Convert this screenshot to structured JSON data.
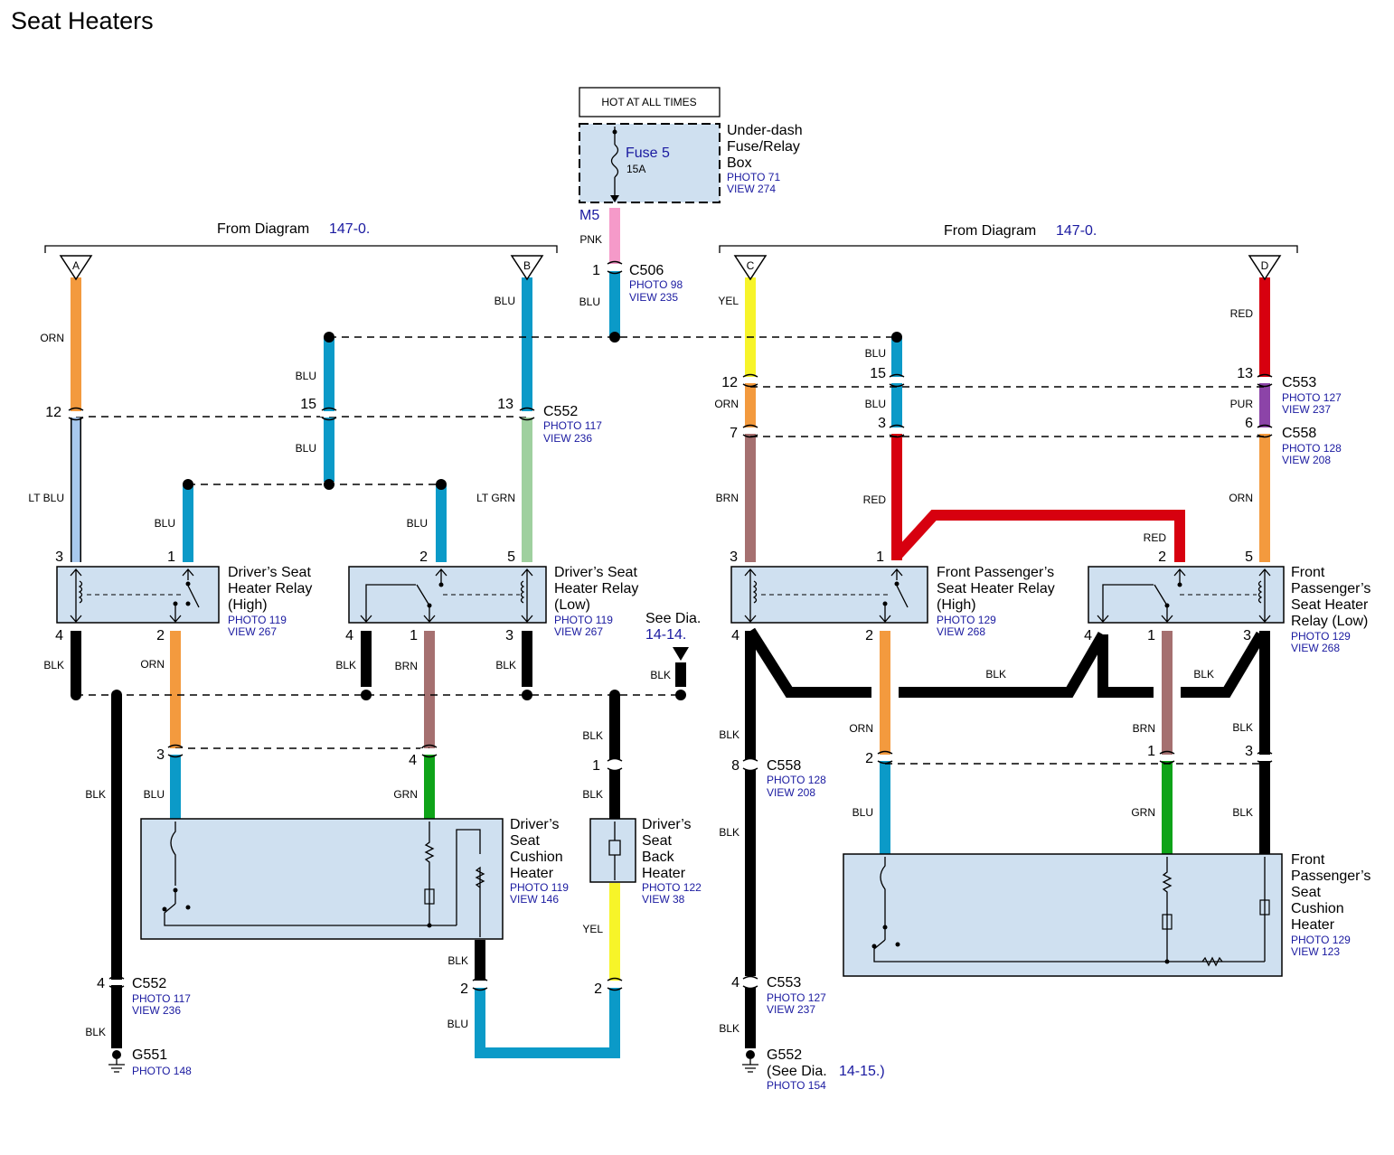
{
  "title": "Seat Heaters",
  "fuse_box": {
    "hot_label": "HOT AT ALL TIMES",
    "fuse_name": "Fuse 5",
    "fuse_rating": "15A",
    "name_lines": [
      "Under-dash",
      "Fuse/Relay",
      "Box"
    ],
    "photo": "PHOTO 71",
    "view": "VIEW 274",
    "terminal": "M5"
  },
  "from_diagram": {
    "prefix": "From Diagram",
    "left_ref": "147-0.",
    "right_ref": "147-0."
  },
  "inputs": [
    "A",
    "B",
    "C",
    "D"
  ],
  "connectors": {
    "c506": {
      "name": "C506",
      "photo": "PHOTO 98",
      "view": "VIEW 235"
    },
    "c552_top": {
      "name": "C552",
      "photo": "PHOTO 117",
      "view": "VIEW 236"
    },
    "c553_top": {
      "name": "C553",
      "photo": "PHOTO 127",
      "view": "VIEW 237"
    },
    "c558_top": {
      "name": "C558",
      "photo": "PHOTO 128",
      "view": "VIEW 208"
    },
    "c558_mid": {
      "name": "C558",
      "photo": "PHOTO 128",
      "view": "VIEW 208"
    },
    "c552_bot": {
      "name": "C552",
      "photo": "PHOTO 117",
      "view": "VIEW 236"
    },
    "c553_bot": {
      "name": "C553",
      "photo": "PHOTO 127",
      "view": "VIEW 237"
    }
  },
  "components": {
    "drv_relay_high": {
      "lines": [
        "Driver’s Seat",
        "Heater Relay",
        "(High)"
      ],
      "photo": "PHOTO 119",
      "view": "VIEW 267"
    },
    "drv_relay_low": {
      "lines": [
        "Driver’s Seat",
        "Heater Relay",
        "(Low)"
      ],
      "photo": "PHOTO 119",
      "view": "VIEW 267"
    },
    "pas_relay_high": {
      "lines": [
        "Front Passenger’s",
        "Seat Heater Relay",
        "(High)"
      ],
      "photo": "PHOTO 129",
      "view": "VIEW 268"
    },
    "pas_relay_low": {
      "lines": [
        "Front",
        "Passenger’s",
        "Seat Heater",
        "Relay (Low)"
      ],
      "photo": "PHOTO 129",
      "view": "VIEW 268"
    },
    "drv_cushion": {
      "lines": [
        "Driver’s",
        "Seat",
        "Cushion",
        "Heater"
      ],
      "photo": "PHOTO 119",
      "view": "VIEW 146"
    },
    "drv_back": {
      "lines": [
        "Driver’s",
        "Seat",
        "Back",
        "Heater"
      ],
      "photo": "PHOTO 122",
      "view": "VIEW 38"
    },
    "pas_cushion": {
      "lines": [
        "Front",
        "Passenger’s",
        "Seat",
        "Cushion",
        "Heater"
      ],
      "photo": "PHOTO 129",
      "view": "VIEW 123"
    }
  },
  "see_dia_1414": {
    "prefix": "See Dia.",
    "ref": "14-14."
  },
  "grounds": {
    "g551": {
      "name": "G551",
      "photo": "PHOTO 148"
    },
    "g552": {
      "name": "G552",
      "see_prefix": "(See Dia.",
      "see_ref": "14-15.)",
      "photo": "PHOTO 154"
    }
  },
  "wire_labels": [
    "PNK",
    "BLU",
    "ORN",
    "BLU",
    "BLU",
    "BLU",
    "LT BLU",
    "BLU",
    "BLU",
    "LT GRN",
    "YEL",
    "BLU",
    "ORN",
    "BLU",
    "RED",
    "PUR",
    "ORN",
    "BRN",
    "RED",
    "RED",
    "BLK",
    "ORN",
    "BLK",
    "BRN",
    "BLK",
    "BLK",
    "BLK",
    "BLU",
    "GRN",
    "BLK",
    "BLK",
    "BLK",
    "YEL",
    "BLK",
    "BLU",
    "BLK",
    "BLK",
    "BLK",
    "BLK",
    "ORN",
    "BRN",
    "BLK",
    "BLU",
    "GRN",
    "BLK",
    "BLK",
    "BLK",
    "BLK"
  ],
  "pin_numbers": [
    "1",
    "12",
    "15",
    "13",
    "12",
    "15",
    "13",
    "3",
    "6",
    "7",
    "3",
    "1",
    "2",
    "5",
    "3",
    "1",
    "2",
    "5",
    "4",
    "2",
    "4",
    "1",
    "3",
    "4",
    "2",
    "4",
    "1",
    "3",
    "3",
    "4",
    "1",
    "8",
    "2",
    "1",
    "3",
    "4",
    "2",
    "2",
    "4"
  ],
  "wire_colors": {
    "ORN": "#f39a3e",
    "BLU": "#0b9ac8",
    "LT BLU": "#a8c8ee",
    "LT GRN": "#9fd09f",
    "PNK": "#f59ac9",
    "YEL": "#f7f429",
    "RED": "#d7000f",
    "PUR": "#8c44a8",
    "BRN": "#a57070",
    "GRN": "#0ea318",
    "BLK": "#000000"
  }
}
